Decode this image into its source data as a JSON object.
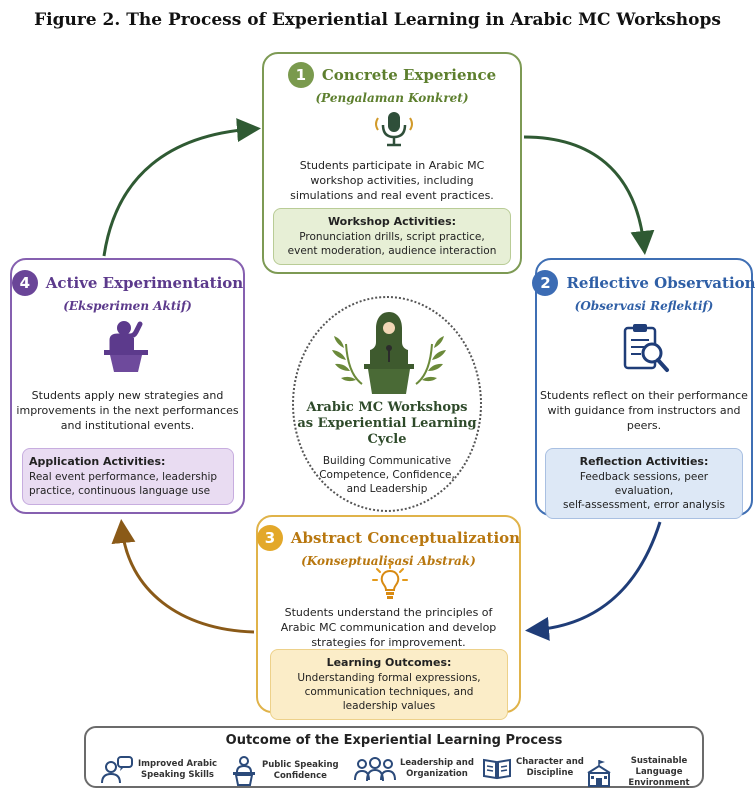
{
  "figure_title": "Figure 2. The Process of Experiential Learning in Arabic MC Workshops",
  "stages": [
    {
      "number": "1",
      "title": "Concrete Experience",
      "subtitle": "(Pengalaman Konkret)",
      "icon": "microphone-icon",
      "description": [
        "Students participate in Arabic MC",
        "workshop activities, including",
        "simulations and real event practices."
      ],
      "box_title": "Workshop Activities:",
      "box_lines": [
        "Pronunciation drills, script practice,",
        "event moderation, audience interaction"
      ],
      "color": "#7a9a4e"
    },
    {
      "number": "2",
      "title": "Reflective Observation",
      "subtitle": "(Observasi Reflektif)",
      "icon": "clipboard-magnifier-icon",
      "description": [
        "Students reflect on their performance",
        "with guidance from instructors and",
        "peers."
      ],
      "box_title": "Reflection Activities:",
      "box_lines": [
        "Feedback sessions, peer evaluation,",
        "self-assessment, error analysis"
      ],
      "color": "#3c6cb4"
    },
    {
      "number": "3",
      "title": "Abstract Conceptualization",
      "subtitle": "(Konseptualisasi Abstrak)",
      "icon": "lightbulb-icon",
      "description": [
        "Students understand the principles of",
        "Arabic MC communication and develop",
        "strategies for improvement."
      ],
      "box_title": "Learning Outcomes:",
      "box_lines": [
        "Understanding formal expressions,",
        "communication techniques, and",
        "leadership values"
      ],
      "color": "#e3a82a"
    },
    {
      "number": "4",
      "title": "Active Experimentation",
      "subtitle": "(Eksperimen Aktif)",
      "icon": "presenter-podium-icon",
      "description": [
        "Students apply new strategies and",
        "improvements in the next performances",
        "and institutional events."
      ],
      "box_title": "Application Activities:",
      "box_lines": [
        "Real event performance, leadership",
        "practice, continuous language use"
      ],
      "color": "#6a4598"
    }
  ],
  "center": {
    "title_lines": [
      "Arabic MC Workshops",
      "as Experiential Learning",
      "Cycle"
    ],
    "sub_lines": [
      "Building Communicative",
      "Competence, Confidence,",
      "and Leadership"
    ],
    "icon": "speaker-at-podium-with-laurels-icon"
  },
  "outcome": {
    "title": "Outcome of the Experiential Learning Process",
    "items": [
      {
        "label_lines": [
          "Improved Arabic",
          "Speaking Skills"
        ],
        "icon": "speech-bubble-person-icon"
      },
      {
        "label_lines": [
          "Public Speaking",
          "Confidence"
        ],
        "icon": "speaker-podium-icon"
      },
      {
        "label_lines": [
          "Leadership and",
          "Organization"
        ],
        "icon": "group-people-icon"
      },
      {
        "label_lines": [
          "Character and",
          "Discipline"
        ],
        "icon": "open-book-icon"
      },
      {
        "label_lines": [
          "Sustainable Language",
          "Environment"
        ],
        "icon": "school-building-icon"
      }
    ]
  },
  "colors": {
    "green": "#5d7f2e",
    "blue": "#2f5fa6",
    "orange": "#b8770f",
    "purple": "#5c3a8c"
  }
}
